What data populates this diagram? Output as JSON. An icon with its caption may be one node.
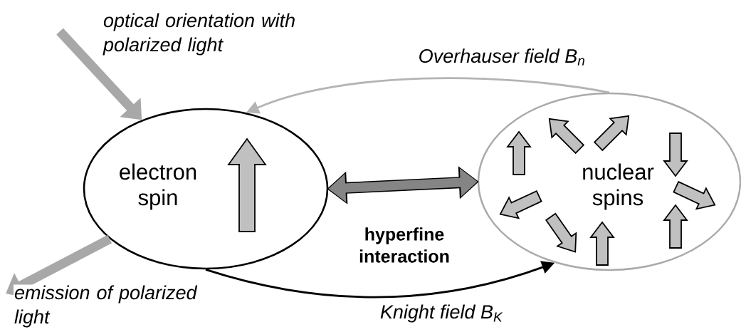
{
  "diagram": {
    "nodes": [
      {
        "text": [
          "electron spin"
        ]
      },
      {
        "text": [
          "nuclear spins"
        ]
      }
    ],
    "edges": [
      {
        "from": null,
        "to": 0,
        "arrow": "to",
        "label": "optical orientation with polarized light",
        "color": "#a8a8a8"
      },
      {
        "from": 0,
        "to": null,
        "arrow": "to",
        "label": "emission of polarized light",
        "color": "#a8a8a8"
      },
      {
        "from": 0,
        "to": 1,
        "arrow": "both",
        "label": "hyperfine interaction",
        "color": "#858585"
      },
      {
        "from": 1,
        "to": 0,
        "arrow": "to",
        "label": "Overhauser field B$_{n}$",
        "color": "#b4b4b4"
      },
      {
        "from": 0,
        "to": 1,
        "arrow": "to",
        "label": "Knight field B$_{K}$",
        "color": "#000000"
      }
    ]
  }
}
